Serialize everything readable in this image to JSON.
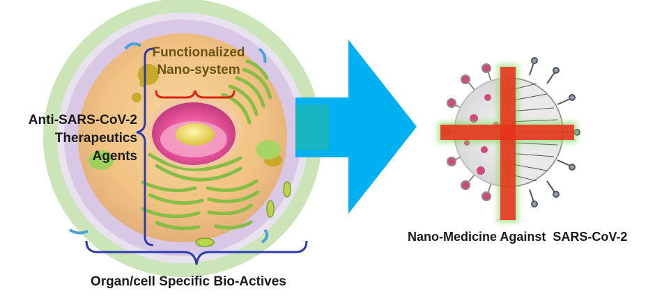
{
  "labels": {
    "functionalized_line1": "Functionalized",
    "functionalized_line2": "Nano-system",
    "anti_line1": "Anti-SARS-CoV-2",
    "anti_line2": "Therapeutics",
    "anti_line3": "Agents",
    "organ_cell": "Organ/cell Specific Bio-Actives",
    "nano_medicine": "Nano-Medicine Against  SARS-CoV-2"
  },
  "colors": {
    "arrow": "#00b0f0",
    "brace_blue": "#2a3bb0",
    "brace_red": "#e02010",
    "cross_red": "#e8321c",
    "cross_glow": "#7ed957",
    "cell_membrane": "#a9d08e",
    "cytoplasm": "#f4c98a",
    "golgi": "#8ac24a",
    "nucleus": "#e8559c",
    "virus_spike": "#d24a7a"
  },
  "icons": [
    "eukaryotic-cell-illustration",
    "right-arrow-icon",
    "coronavirus-icon",
    "red-cross-icon"
  ]
}
